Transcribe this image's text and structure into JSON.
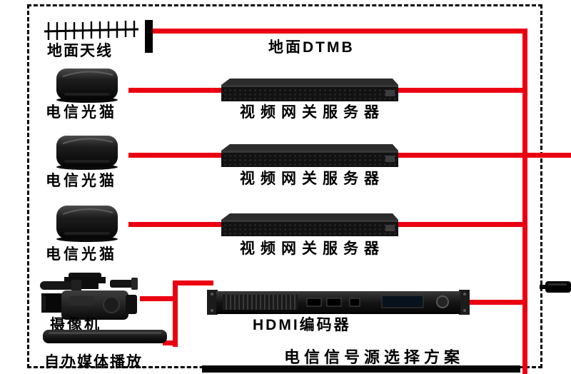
{
  "diagram": {
    "title": "电信信号源选择方案",
    "top_label": "地面DTMB",
    "devices": {
      "antenna": {
        "label": "地面天线"
      },
      "modem_1": {
        "label": "电信光猫"
      },
      "modem_2": {
        "label": "电信光猫"
      },
      "modem_3": {
        "label": "电信光猫"
      },
      "server_1": {
        "label": "视频网关服务器"
      },
      "server_2": {
        "label": "视频网关服务器"
      },
      "server_3": {
        "label": "视频网关服务器"
      },
      "camera": {
        "label": "摄像机"
      },
      "media_player": {
        "label": "自办媒体播放"
      },
      "encoder": {
        "label": "HDMI编码器"
      }
    },
    "colors": {
      "connection_line": "#eb0012",
      "border": "#000000",
      "background": "#ffffff"
    }
  }
}
